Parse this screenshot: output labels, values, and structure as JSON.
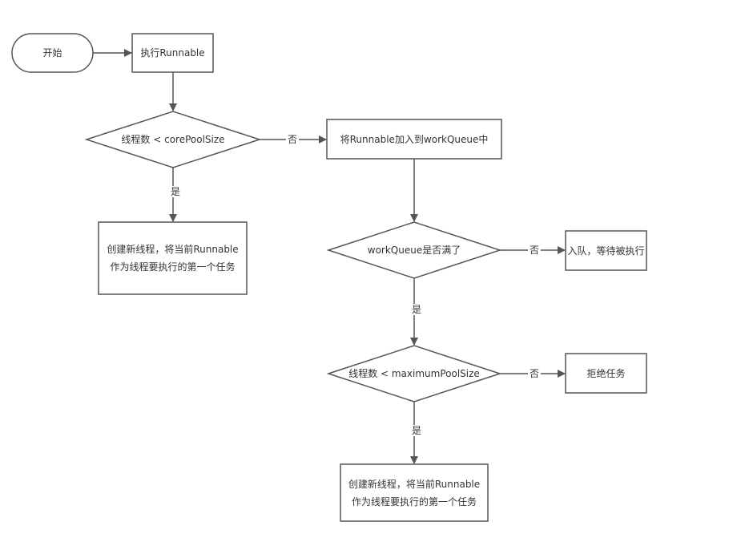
{
  "nodes": {
    "start": "开始",
    "exec_runnable": "执行Runnable",
    "check_core": "线程数 < corePoolSize",
    "add_queue": "将Runnable加入到workQueue中",
    "create_thread_1": "创建新线程，将当前Runnable作为线程要执行的第一个任务",
    "check_queue_full": "workQueue是否满了",
    "enqueue_wait": "入队，等待被执行",
    "check_max": "线程数 < maximumPoolSize",
    "reject": "拒绝任务",
    "create_thread_2": "创建新线程，将当前Runnable作为线程要执行的第一个任务"
  },
  "edge_labels": {
    "core_no": "否",
    "core_yes": "是",
    "queue_full_no": "否",
    "queue_full_yes": "是",
    "max_no": "否",
    "max_yes": "是"
  },
  "colors": {
    "stroke": "#555555",
    "text": "#333333",
    "fill": "#ffffff"
  }
}
